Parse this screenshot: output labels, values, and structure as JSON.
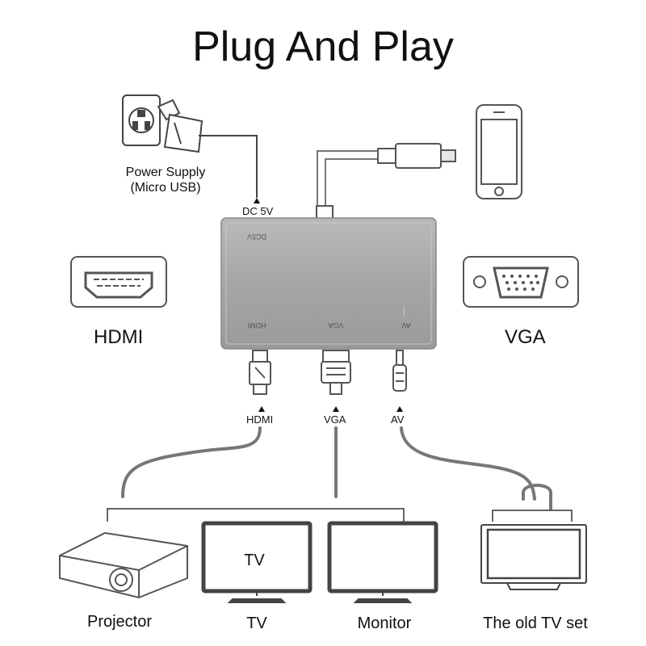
{
  "title": "Plug And Play",
  "power": {
    "line1": "Power Supply",
    "line2": "(Micro USB)"
  },
  "hub": {
    "dc_label": "DC 5V",
    "port_dc": "DC5V",
    "port_hdmi": "HDMI",
    "port_vga": "VGA",
    "port_av": "AV"
  },
  "connectors": {
    "hdmi": "HDMI",
    "vga": "VGA",
    "av": "AV"
  },
  "side_labels": {
    "hdmi": "HDMI",
    "vga": "VGA"
  },
  "devices": {
    "projector": "Projector",
    "tv": "TV",
    "tv_screen": "TV",
    "monitor": "Monitor",
    "old_tv": "The old TV set"
  }
}
